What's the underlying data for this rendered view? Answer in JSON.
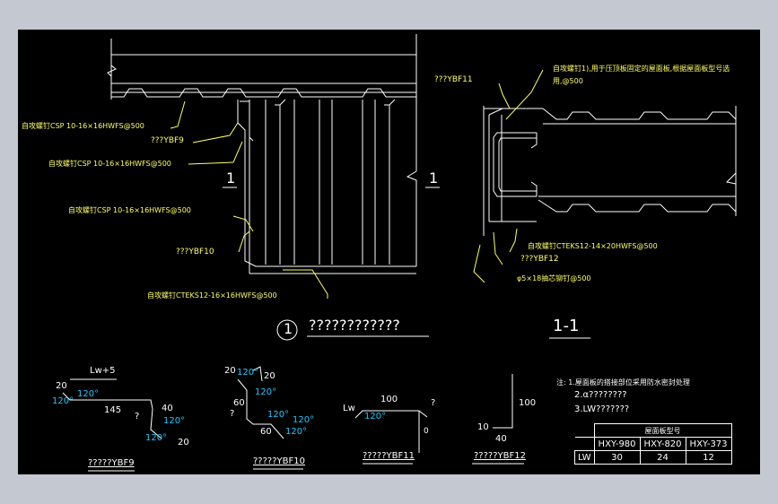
{
  "colors": {
    "background": "#000000",
    "frame": "#c4c8d0",
    "text": "#ffffff",
    "leader": "#ffff66",
    "angle": "#1ec8ff",
    "profile": "#00e060",
    "steel": "#ff4040"
  },
  "callouts": {
    "csp1": "自攻螺钉CSP  10-16×16HWFS@500",
    "ybf9": "???YBF9",
    "csp2": "自攻螺钉CSP  10-16×16HWFS@500",
    "csp3": "自攻螺钉CSP  10-16×16HWFS@500",
    "ybf10": "???YBF10",
    "cteks16": "自攻螺钉CTEKS12-16×16HWFS@500",
    "ybf11": "???YBF11",
    "note_top_1": "自攻螺钉1),用于压顶板固定的屋面板,根据屋面板型号选",
    "note_top_2": "用,@500",
    "cteks14": "自攻螺钉CTEKS12-14×20HWFS@500",
    "ybf12": "???YBF12",
    "rivet": "φ5×18抽芯铆钉@500"
  },
  "section_marks": {
    "left": "1",
    "right": "1"
  },
  "titles": {
    "detail_num": "1",
    "detail_title": "????????????",
    "section": "1-1"
  },
  "profiles": {
    "ybf9": {
      "lw5": "Lw+5",
      "d20a": "20",
      "a120a": "120°",
      "a120b": "120°",
      "d145": "145",
      "q": "?",
      "d40": "40",
      "a120c": "120°",
      "a120d": "120°",
      "d20b": "20",
      "label": "?????YBF9"
    },
    "ybf10": {
      "d20a": "20",
      "a120a": "120°",
      "d20b": "20",
      "a120b": "120°",
      "d60a": "60",
      "q": "?",
      "a120c": "120°",
      "a120d": "120°",
      "d60b": "60",
      "a120e": "120°",
      "label": "?????YBF10"
    },
    "ybf11": {
      "lw": "Lw",
      "d100": "100",
      "a120": "120°",
      "q": "?",
      "d0": "0",
      "label": "?????YBF11"
    },
    "ybf12": {
      "d10": "10",
      "d100": "100",
      "d40": "40",
      "label": "?????YBF12"
    }
  },
  "notes": {
    "n1": "注:  1.屋面板的搭接部位采用防水密封处理",
    "n2": "2.α????????",
    "n3": "3.LW???????"
  },
  "table": {
    "header": "屋面板型号",
    "columns": [
      "HXY-980",
      "HXY-820",
      "HXY-373"
    ],
    "row_label": "LW",
    "values": [
      "30",
      "24",
      "12"
    ]
  }
}
